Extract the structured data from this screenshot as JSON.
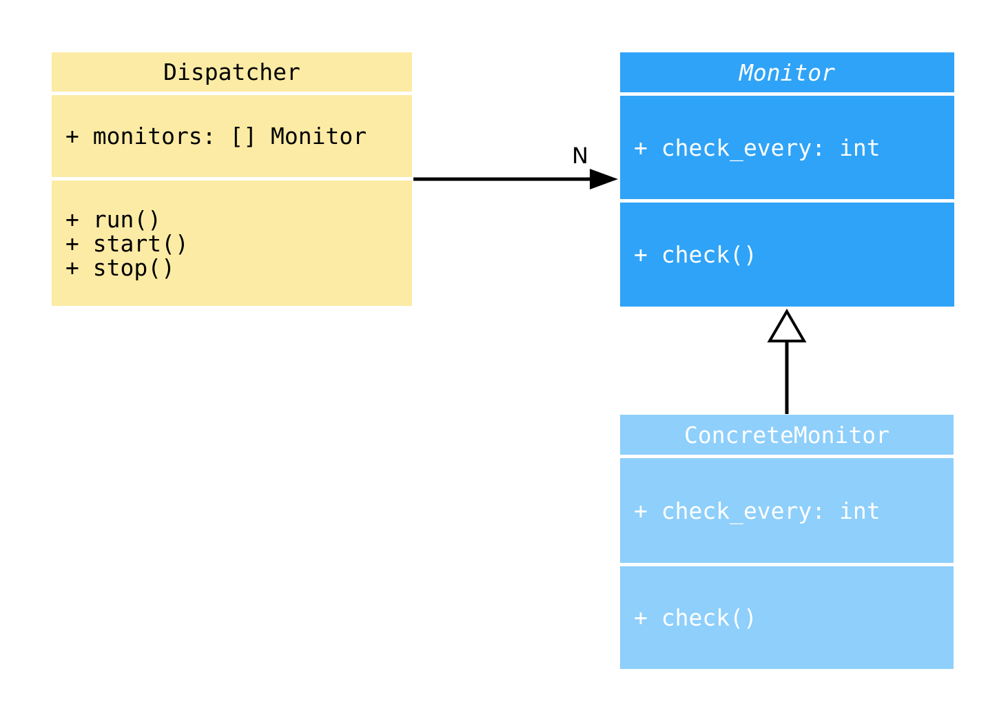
{
  "diagram": {
    "kind": "uml-class-diagram",
    "background_color": "#ffffff",
    "edge_color": "#000000"
  },
  "classes": {
    "dispatcher": {
      "name": "Dispatcher",
      "fill_color": "#fceba5",
      "text_color": "#000000",
      "attributes": [
        "+ monitors: [] Monitor"
      ],
      "methods": [
        "+ run()",
        "+ start()",
        "+ stop()"
      ]
    },
    "monitor": {
      "name": "Monitor",
      "abstract": true,
      "fill_color": "#2fa3f7",
      "text_color": "#ffffff",
      "attributes": [
        "+ check_every: int"
      ],
      "methods": [
        "+ check()"
      ]
    },
    "concrete_monitor": {
      "name": "ConcreteMonitor",
      "fill_color": "#8ecffb",
      "text_color": "#ffffff",
      "attributes": [
        "+ check_every: int"
      ],
      "methods": [
        "+ check()"
      ]
    }
  },
  "relations": {
    "association": {
      "from": "Dispatcher",
      "to": "Monitor",
      "multiplicity_label": "N"
    },
    "inheritance": {
      "from": "ConcreteMonitor",
      "to": "Monitor"
    }
  }
}
